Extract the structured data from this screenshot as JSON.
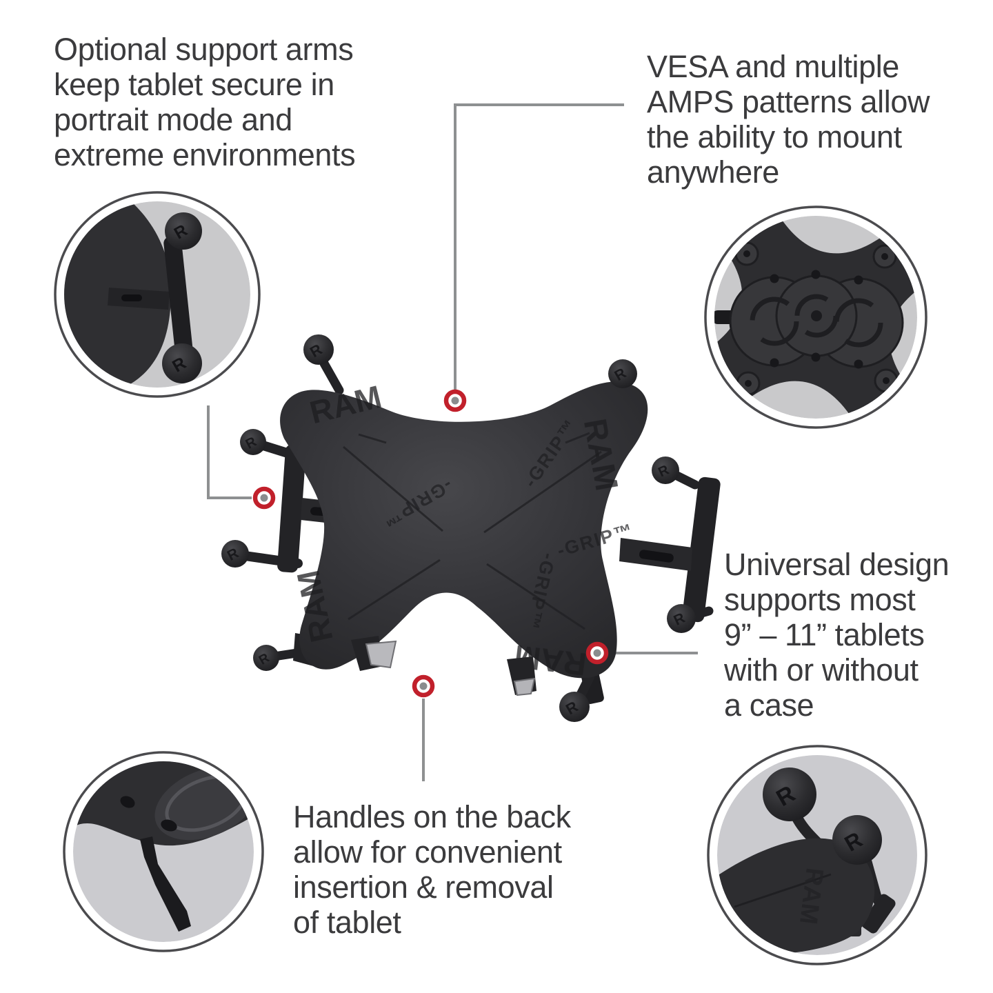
{
  "figure": {
    "type": "product-feature-diagram",
    "background": "#ffffff"
  },
  "product": {
    "brand_text": "RAM",
    "grip_text": "-GRIP™",
    "ball_logo": "R"
  },
  "callouts": {
    "support_arms": {
      "lines": [
        "Optional support arms",
        "keep tablet secure in",
        "portrait mode and",
        "extreme environments"
      ]
    },
    "vesa": {
      "lines": [
        "VESA and multiple",
        "AMPS patterns allow",
        "the ability to mount",
        "anywhere"
      ]
    },
    "universal": {
      "lines": [
        "Universal design",
        "supports most",
        "9” – 11” tablets",
        "with or without",
        "a case"
      ]
    },
    "handles": {
      "lines": [
        "Handles on the back",
        "allow for convenient",
        "insertion & removal",
        "of tablet"
      ]
    }
  },
  "colors": {
    "accent_red": "#c1202b",
    "leader_gray": "#8e9091",
    "text_gray": "#3b3b3d",
    "plate_dark": "#2e2e31",
    "inset_bg": "#c9c9cb"
  }
}
